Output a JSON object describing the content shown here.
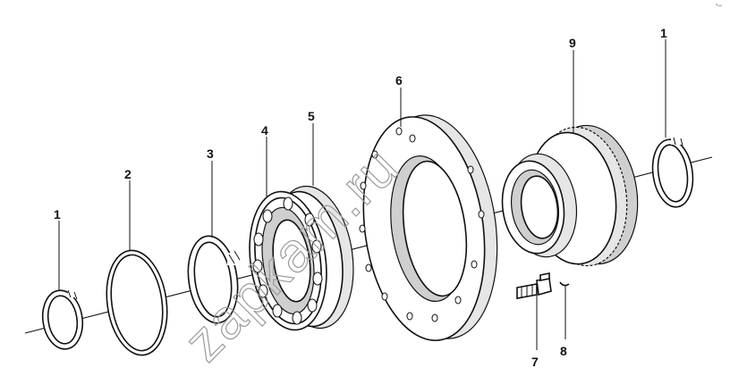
{
  "labels": {
    "ring_left": "1",
    "ring_right": "1",
    "shim": "2",
    "snap_ring": "3",
    "bearing": "4",
    "bearing_race": "5",
    "flange": "6",
    "bolt": "7",
    "washer": "8",
    "gear": "9"
  },
  "watermark": "zapkam.ru",
  "corner_mark": "°—"
}
